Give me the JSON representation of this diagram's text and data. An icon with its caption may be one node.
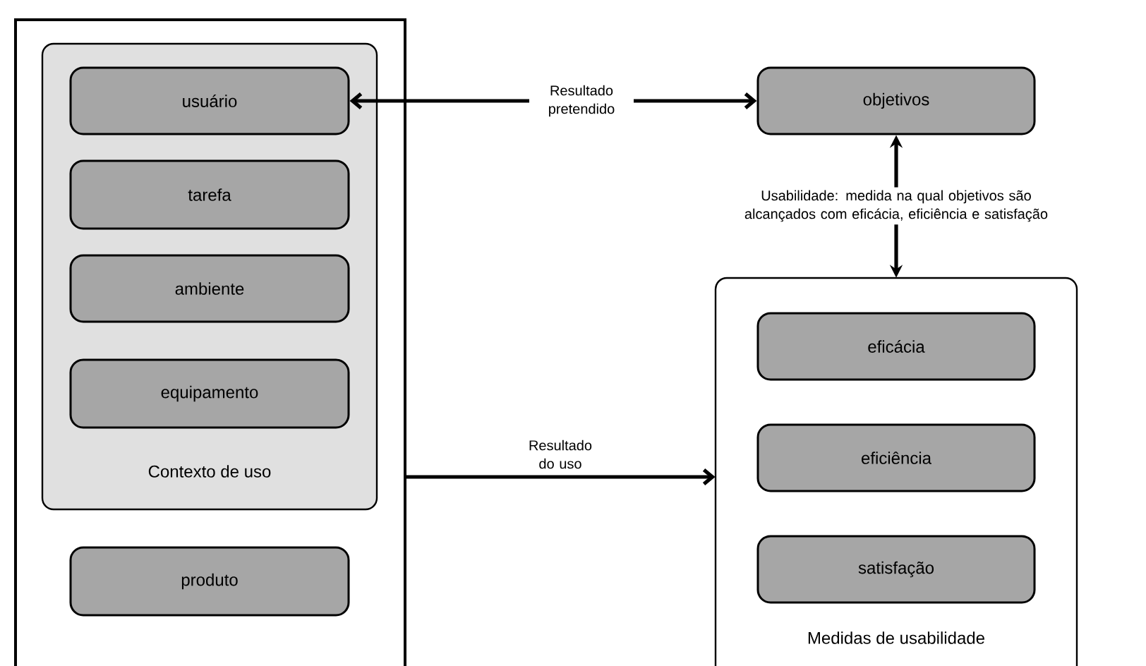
{
  "diagram": {
    "nodes": [
      {
        "text": [],
        "shape": "box"
      },
      {
        "text": [
          "Contexto de uso"
        ],
        "in": 0
      },
      {
        "text": [
          "usuário"
        ],
        "in": 1
      },
      {
        "text": [
          "tarefa"
        ],
        "in": 1
      },
      {
        "text": [
          "ambiente"
        ],
        "in": 1
      },
      {
        "text": [
          "equipamento"
        ],
        "in": 1
      },
      {
        "text": [
          "produto"
        ],
        "in": 0
      },
      {
        "text": [
          "objetivos"
        ]
      },
      {
        "text": [
          "Medidas de usabilidade"
        ]
      },
      {
        "text": [
          "eficácia"
        ],
        "in": 8
      },
      {
        "text": [
          "eficiência"
        ],
        "in": 8
      },
      {
        "text": [
          "satisfação"
        ],
        "in": 8
      }
    ],
    "edges": [
      {
        "from": 2,
        "to": 7,
        "arrow": "both",
        "label": "Resultado pretendido"
      },
      {
        "from": 0,
        "to": 8,
        "arrow": "to",
        "label": "Resultado do uso"
      },
      {
        "from": 7,
        "to": 8,
        "arrow": "both",
        "label": "Usabilidade: medida na qual objetivos são alcançados com eficácia, eficiência e satisfação"
      }
    ]
  }
}
